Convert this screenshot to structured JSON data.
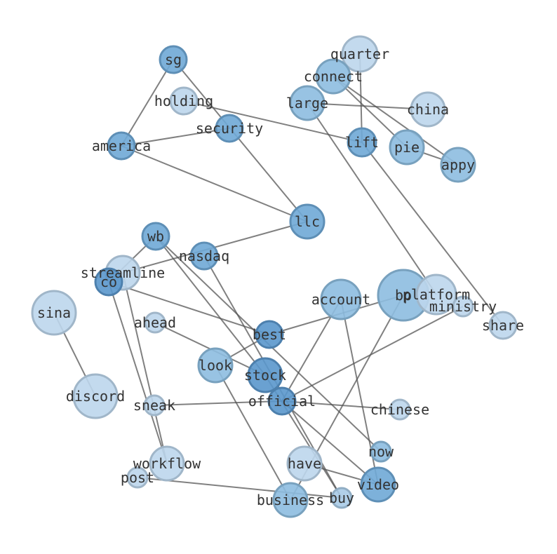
{
  "graph": {
    "nodes": [
      {
        "id": "quarter",
        "tone": 1
      },
      {
        "id": "connect",
        "tone": 3
      },
      {
        "id": "sg",
        "tone": 4
      },
      {
        "id": "holding",
        "tone": 1
      },
      {
        "id": "large",
        "tone": 3
      },
      {
        "id": "china",
        "tone": 1
      },
      {
        "id": "security",
        "tone": 4
      },
      {
        "id": "america",
        "tone": 4
      },
      {
        "id": "lift",
        "tone": 4
      },
      {
        "id": "pie",
        "tone": 3
      },
      {
        "id": "appy",
        "tone": 3
      },
      {
        "id": "llc",
        "tone": 4
      },
      {
        "id": "wb",
        "tone": 4
      },
      {
        "id": "nasdaq",
        "tone": 4
      },
      {
        "id": "streamline",
        "tone": 1
      },
      {
        "id": "co",
        "tone": 5
      },
      {
        "id": "sina",
        "tone": 1
      },
      {
        "id": "account",
        "tone": 3
      },
      {
        "id": "bp",
        "tone": 3
      },
      {
        "id": "platform",
        "tone": 1
      },
      {
        "id": "ministry",
        "tone": 1
      },
      {
        "id": "share",
        "tone": 1
      },
      {
        "id": "ahead",
        "tone": 1
      },
      {
        "id": "best",
        "tone": 5
      },
      {
        "id": "look",
        "tone": 3
      },
      {
        "id": "stock",
        "tone": 5
      },
      {
        "id": "discord",
        "tone": 1
      },
      {
        "id": "official",
        "tone": 5
      },
      {
        "id": "sneak",
        "tone": 1
      },
      {
        "id": "chinese",
        "tone": 1
      },
      {
        "id": "now",
        "tone": 3
      },
      {
        "id": "have",
        "tone": 1
      },
      {
        "id": "workflow",
        "tone": 1
      },
      {
        "id": "post",
        "tone": 1
      },
      {
        "id": "video",
        "tone": 4
      },
      {
        "id": "business",
        "tone": 3
      },
      {
        "id": "buy",
        "tone": 2
      }
    ],
    "edges": [
      [
        "sg",
        "america"
      ],
      [
        "sg",
        "llc"
      ],
      [
        "america",
        "security"
      ],
      [
        "america",
        "llc"
      ],
      [
        "holding",
        "lift"
      ],
      [
        "quarter",
        "lift"
      ],
      [
        "connect",
        "pie"
      ],
      [
        "connect",
        "appy"
      ],
      [
        "large",
        "china"
      ],
      [
        "large",
        "platform"
      ],
      [
        "pie",
        "appy"
      ],
      [
        "lift",
        "share"
      ],
      [
        "llc",
        "streamline"
      ],
      [
        "wb",
        "co"
      ],
      [
        "wb",
        "stock"
      ],
      [
        "wb",
        "now"
      ],
      [
        "nasdaq",
        "buy"
      ],
      [
        "co",
        "best"
      ],
      [
        "co",
        "workflow"
      ],
      [
        "streamline",
        "workflow"
      ],
      [
        "sina",
        "discord"
      ],
      [
        "account",
        "official"
      ],
      [
        "account",
        "video"
      ],
      [
        "bp",
        "best"
      ],
      [
        "bp",
        "business"
      ],
      [
        "ministry",
        "official"
      ],
      [
        "ahead",
        "stock"
      ],
      [
        "look",
        "best"
      ],
      [
        "look",
        "business"
      ],
      [
        "stock",
        "buy"
      ],
      [
        "official",
        "sneak"
      ],
      [
        "official",
        "chinese"
      ],
      [
        "official",
        "video"
      ],
      [
        "have",
        "video"
      ],
      [
        "post",
        "buy"
      ]
    ]
  },
  "colors": {
    "tone1": "#bcd6ec",
    "tone2": "#a9cbe7",
    "tone3": "#8dbde0",
    "tone4": "#6fa8d6",
    "tone5": "#5a97cc",
    "edge": "#555555",
    "label": "#333333"
  }
}
